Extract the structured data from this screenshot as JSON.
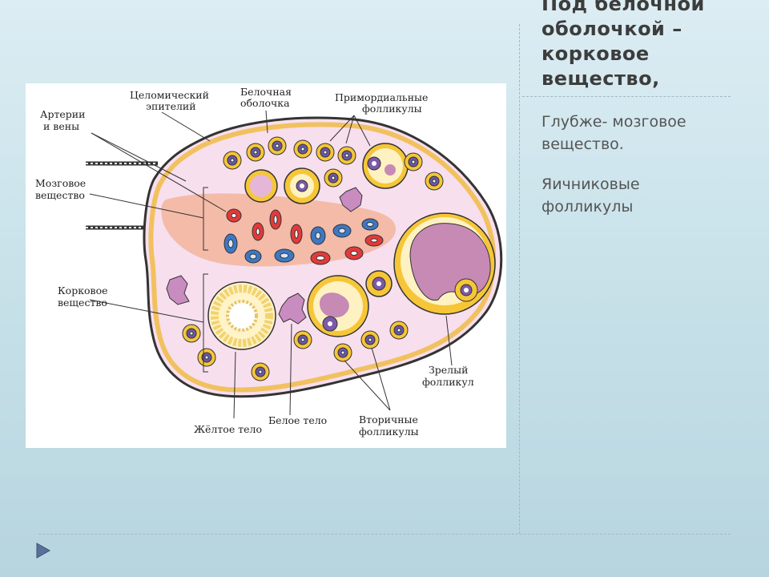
{
  "slide": {
    "title": "Под белочной\nоболочкой –\nкорковое\nвещество,",
    "bullets": [
      "Глубже- мозговое\nвещество.",
      "Яичниковые\nфолликулы"
    ]
  },
  "diagram": {
    "labels": {
      "arteries_1": "Артерии",
      "arteries_2": "и вены",
      "coelom_1": "Целомический",
      "coelom_2": "эпителий",
      "albuginea_1": "Белочная",
      "albuginea_2": "оболочка",
      "primordial_1": "Примордиальные",
      "primordial_2": "фолликулы",
      "medulla_1": "Мозговое",
      "medulla_2": "вещество",
      "cortex_1": "Корковое",
      "cortex_2": "вещество",
      "mature_1": "Зрелый",
      "mature_2": "фолликул",
      "yellow_body": "Жёлтое тело",
      "white_body": "Белое тело",
      "secondary_1": "Вторичные",
      "secondary_2": "фолликулы"
    }
  },
  "colors": {
    "background": "#c9e2ea",
    "follicle_yellow": "#f6c638",
    "medulla_band": "#f3b59c",
    "ovary_fill": "#f7dfee",
    "artery_red": "#e23a3a",
    "vein_blue": "#3d78c4"
  },
  "icons": {
    "nav": "play-triangle-icon"
  }
}
